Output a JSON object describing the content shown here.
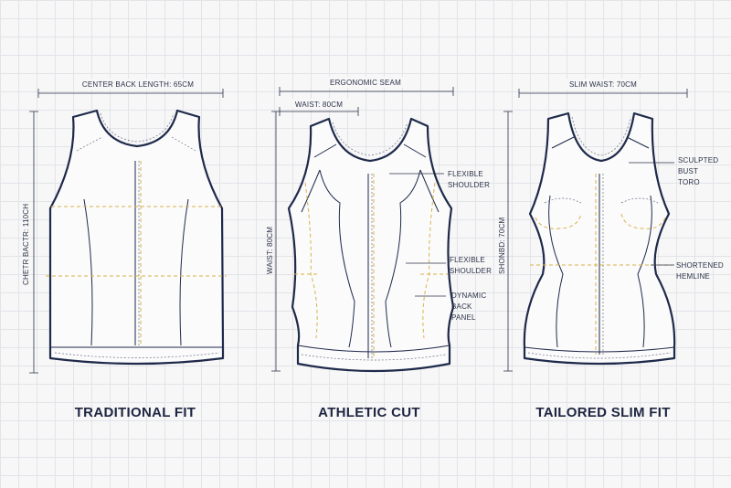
{
  "labels": {
    "center_back_length": "CENTER BACK LENGTH: 65CM",
    "chest": "CHETR BACTR: 110CH",
    "ergonomic_seam": "ERGONOMIC SEAM",
    "athletic_waist": "WAIST: 80CM",
    "athletic_length": "WAIST: 80CM",
    "flexible_1": [
      "FLEXIBLE",
      "SHOULDER"
    ],
    "flexible_2": [
      "FLEXIBLE",
      "SHOULDER"
    ],
    "dynamic_back_panel": [
      "DYNAMIC",
      "BACK",
      "PANEL"
    ],
    "slim_waist": "SLIM WAIST: 70CM",
    "slim_length": "SHONBD: 70CM",
    "sculpted_bust": [
      "SCULPTED",
      "BUST",
      "TORO"
    ],
    "shortened_hemline": [
      "SHORTENED",
      "HEMLINE"
    ]
  },
  "titles": {
    "traditional": "TRADITIONAL FIT",
    "athletic": "ATHLETIC CUT",
    "tailored": "TAILORED SLIM FIT"
  },
  "colors": {
    "outline": "#1f2a4a",
    "guide": "#d9b24a",
    "grid": "#e3e4e8",
    "background": "#f7f7f8"
  }
}
